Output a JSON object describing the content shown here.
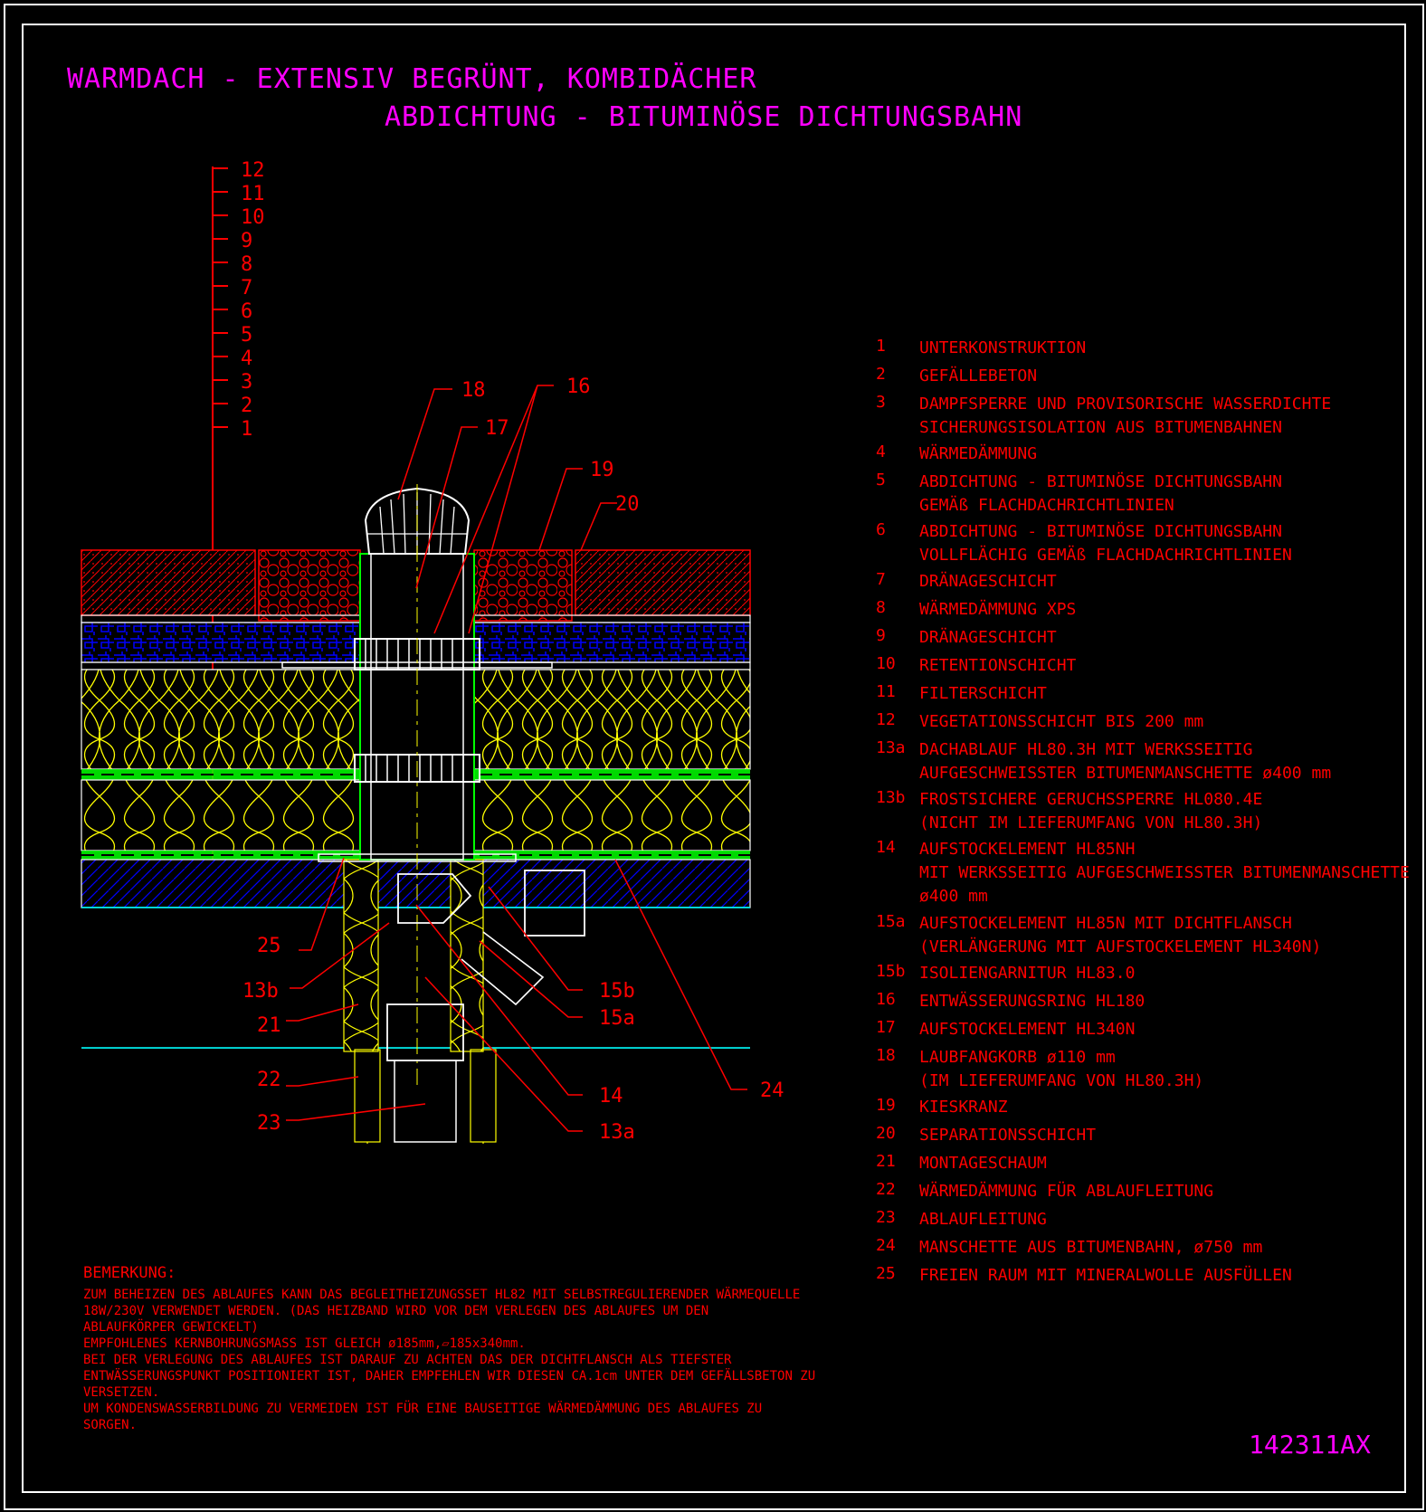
{
  "title": {
    "line1": "WARMDACH - EXTENSIV BEGRÜNT, KOMBIDÄCHER",
    "line2": "ABDICHTUNG - BITUMINÖSE DICHTUNGSBAHN"
  },
  "layer_scale": [
    "12",
    "11",
    "10",
    "9",
    "8",
    "7",
    "6",
    "5",
    "4",
    "3",
    "2",
    "1"
  ],
  "callouts": {
    "c18": "18",
    "c16": "16",
    "c17": "17",
    "c19": "19",
    "c20": "20",
    "c25": "25",
    "c13b": "13b",
    "c21": "21",
    "c22": "22",
    "c23": "23",
    "c15b": "15b",
    "c15a": "15a",
    "c14": "14",
    "c13a": "13a",
    "c24": "24"
  },
  "legend": [
    {
      "num": "1",
      "text": "UNTERKONSTRUKTION"
    },
    {
      "num": "2",
      "text": "GEFÄLLEBETON"
    },
    {
      "num": "3",
      "text": "DAMPFSPERRE UND PROVISORISCHE WASSERDICHTE\nSICHERUNGSISOLATION AUS BITUMENBAHNEN"
    },
    {
      "num": "4",
      "text": "WÄRMEDÄMMUNG"
    },
    {
      "num": "5",
      "text": "ABDICHTUNG - BITUMINÖSE DICHTUNGSBAHN\nGEMÄß FLACHDACHRICHTLINIEN"
    },
    {
      "num": "6",
      "text": "ABDICHTUNG - BITUMINÖSE DICHTUNGSBAHN\nVOLLFLÄCHIG GEMÄß FLACHDACHRICHTLINIEN"
    },
    {
      "num": "7",
      "text": "DRÄNAGESCHICHT"
    },
    {
      "num": "8",
      "text": "WÄRMEDÄMMUNG XPS"
    },
    {
      "num": "9",
      "text": "DRÄNAGESCHICHT"
    },
    {
      "num": "10",
      "text": "RETENTIONSCHICHT"
    },
    {
      "num": "11",
      "text": "FILTERSCHICHT"
    },
    {
      "num": "12",
      "text": "VEGETATIONSSCHICHT BIS 200 mm"
    },
    {
      "num": "13a",
      "text": "DACHABLAUF HL80.3H MIT WERKSSEITIG\nAUFGESCHWEISSTER BITUMENMANSCHETTE ø400 mm"
    },
    {
      "num": "13b",
      "text": "FROSTSICHERE GERUCHSSPERRE HL080.4E\n(NICHT IM LIEFERUMFANG VON HL80.3H)"
    },
    {
      "num": "14",
      "text": "AUFSTOCKELEMENT HL85NH\nMIT WERKSSEITIG AUFGESCHWEISSTER BITUMENMANSCHETTE\nø400 mm"
    },
    {
      "num": "15a",
      "text": "AUFSTOCKELEMENT HL85N MIT DICHTFLANSCH\n(VERLÄNGERUNG MIT AUFSTOCKELEMENT HL340N)"
    },
    {
      "num": "15b",
      "text": "ISOLIENGARNITUR HL83.0"
    },
    {
      "num": "16",
      "text": "ENTWÄSSERUNGSRING HL180"
    },
    {
      "num": "17",
      "text": "AUFSTOCKELEMENT HL340N"
    },
    {
      "num": "18",
      "text": "LAUBFANGKORB ø110 mm\n(IM LIEFERUMFANG VON HL80.3H)"
    },
    {
      "num": "19",
      "text": "KIESKRANZ"
    },
    {
      "num": "20",
      "text": "SEPARATIONSSCHICHT"
    },
    {
      "num": "21",
      "text": "MONTAGESCHAUM"
    },
    {
      "num": "22",
      "text": "WÄRMEDÄMMUNG FÜR ABLAUFLEITUNG"
    },
    {
      "num": "23",
      "text": "ABLAUFLEITUNG"
    },
    {
      "num": "24",
      "text": "MANSCHETTE AUS BITUMENBAHN, ø750 mm"
    },
    {
      "num": "25",
      "text": "FREIEN RAUM MIT MINERALWOLLE AUSFÜLLEN"
    }
  ],
  "remarks": {
    "heading": "BEMERKUNG:",
    "lines": [
      "ZUM BEHEIZEN DES ABLAUFES KANN DAS BEGLEITHEIZUNGSSET HL82 MIT SELBSTREGULIERENDER WÄRMEQUELLE",
      "18W/230V VERWENDET WERDEN. (DAS HEIZBAND WIRD VOR DEM VERLEGEN DES ABLAUFES UM DEN",
      "ABLAUFKÖRPER GEWICKELT)",
      "EMPFOHLENES KERNBOHRUNGSMASS IST GLEICH ø185mm,▱185x340mm.",
      "BEI DER VERLEGUNG DES ABLAUFES IST DARAUF ZU ACHTEN DAS DER DICHTFLANSCH ALS TIEFSTER",
      "ENTWÄSSERUNGSPUNKT POSITIONIERT IST, DAHER EMPFEHLEN WIR DIESEN CA.1cm UNTER DEM GEFÄLLSBETON ZU",
      "VERSETZEN.",
      "UM KONDENSWASSERBILDUNG ZU VERMEIDEN IST FÜR EINE BAUSEITIGE WÄRMEDÄMMUNG DES ABLAUFES ZU",
      "SORGEN."
    ]
  },
  "drawing_code": "142311AX",
  "colors": {
    "title": "#ff00ff",
    "text": "#ff0000",
    "frame": "#ffffff",
    "insulation": "#ffff00",
    "membrane": "#00ff00",
    "xps": "#0000ff",
    "drain": "#ffffff",
    "cyan": "#00ffff"
  }
}
